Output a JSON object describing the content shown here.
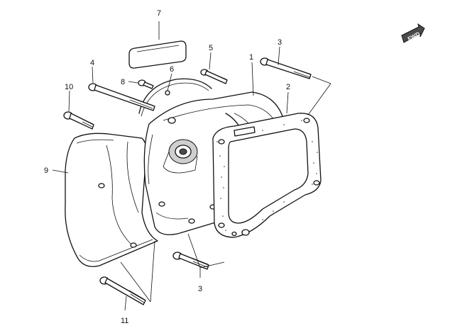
{
  "callouts": [
    "1",
    "2",
    "3",
    "3",
    "4",
    "5",
    "6",
    "7",
    "8",
    "9",
    "10",
    "11"
  ],
  "fwd_label": "FWD",
  "colors": {
    "ink": "#111111",
    "paper": "#ffffff",
    "gasket_dots": "#333333"
  }
}
